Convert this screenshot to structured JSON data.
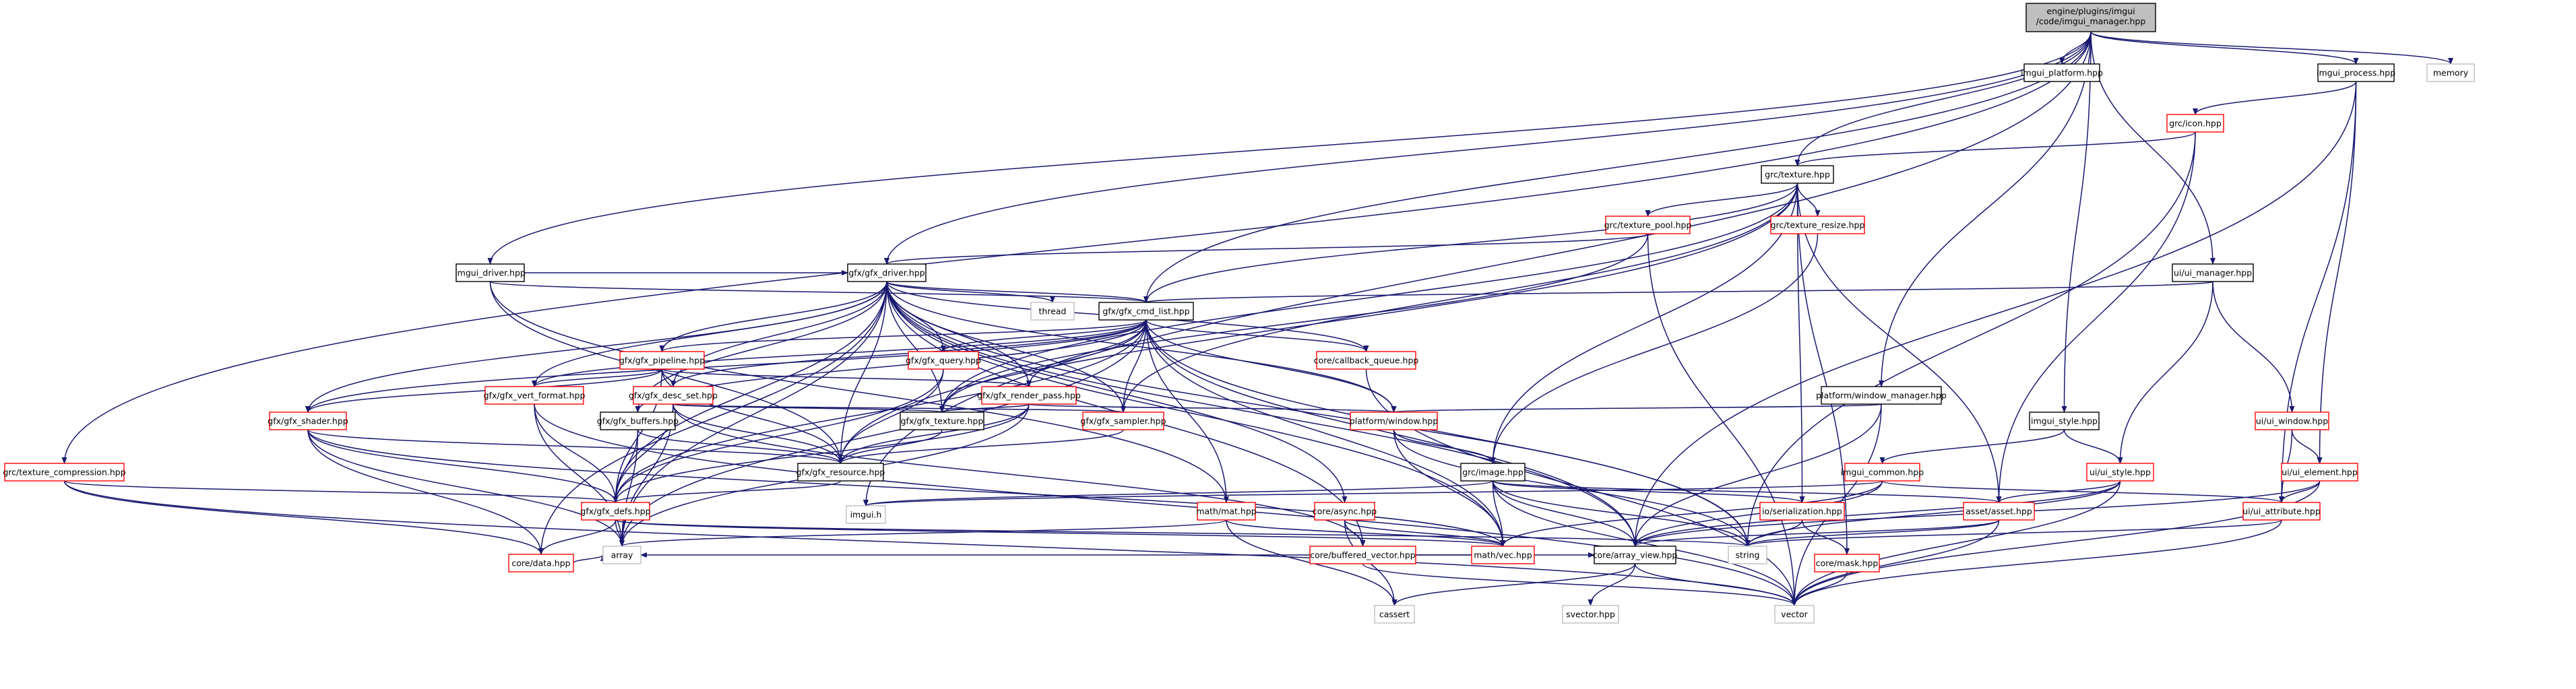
{
  "graph": {
    "root": "engine/plugins/imgui/code/imgui_manager.hpp",
    "colors": {
      "edge": "#191970",
      "root_fill": "#bfbfbf",
      "node_border": "#000000",
      "missing_border": "#ff0000",
      "external_border": "#bfbfbf"
    },
    "nodes": [
      {
        "id": "root",
        "label": "engine/plugins/imgui",
        "label2": "/code/imgui_manager.hpp",
        "kind": "root"
      },
      {
        "id": "imgui_platform",
        "label": "imgui_platform.hpp",
        "kind": "normal"
      },
      {
        "id": "imgui_process",
        "label": "imgui_process.hpp",
        "kind": "normal"
      },
      {
        "id": "memory",
        "label": "memory",
        "kind": "external"
      },
      {
        "id": "icon",
        "label": "grc/icon.hpp",
        "kind": "missing"
      },
      {
        "id": "texture",
        "label": "grc/texture.hpp",
        "kind": "normal"
      },
      {
        "id": "texture_pool",
        "label": "grc/texture_pool.hpp",
        "kind": "missing"
      },
      {
        "id": "texture_resize",
        "label": "grc/texture_resize.hpp",
        "kind": "missing"
      },
      {
        "id": "imgui_driver",
        "label": "imgui_driver.hpp",
        "kind": "normal"
      },
      {
        "id": "gfx_driver",
        "label": "gfx/gfx_driver.hpp",
        "kind": "normal"
      },
      {
        "id": "ui_manager",
        "label": "ui/ui_manager.hpp",
        "kind": "normal"
      },
      {
        "id": "thread",
        "label": "thread",
        "kind": "external"
      },
      {
        "id": "gfx_cmd_list",
        "label": "gfx/gfx_cmd_list.hpp",
        "kind": "normal"
      },
      {
        "id": "gfx_pipeline",
        "label": "gfx/gfx_pipeline.hpp",
        "kind": "missing"
      },
      {
        "id": "gfx_query",
        "label": "gfx/gfx_query.hpp",
        "kind": "missing"
      },
      {
        "id": "callback_queue",
        "label": "core/callback_queue.hpp",
        "kind": "missing"
      },
      {
        "id": "gfx_vert_format",
        "label": "gfx/gfx_vert_format.hpp",
        "kind": "missing"
      },
      {
        "id": "gfx_desc_set",
        "label": "gfx/gfx_desc_set.hpp",
        "kind": "missing"
      },
      {
        "id": "gfx_render_pass",
        "label": "gfx/gfx_render_pass.hpp",
        "kind": "missing"
      },
      {
        "id": "window_manager",
        "label": "platform/window_manager.hpp",
        "kind": "normal"
      },
      {
        "id": "gfx_shader",
        "label": "gfx/gfx_shader.hpp",
        "kind": "missing"
      },
      {
        "id": "gfx_buffers",
        "label": "gfx/gfx_buffers.hpp",
        "kind": "normal"
      },
      {
        "id": "gfx_texture",
        "label": "gfx/gfx_texture.hpp",
        "kind": "normal"
      },
      {
        "id": "gfx_sampler",
        "label": "gfx/gfx_sampler.hpp",
        "kind": "missing"
      },
      {
        "id": "window",
        "label": "platform/window.hpp",
        "kind": "missing"
      },
      {
        "id": "imgui_style",
        "label": "imgui_style.hpp",
        "kind": "normal"
      },
      {
        "id": "ui_window",
        "label": "ui/ui_window.hpp",
        "kind": "missing"
      },
      {
        "id": "texture_compression",
        "label": "grc/texture_compression.hpp",
        "kind": "missing"
      },
      {
        "id": "gfx_resource",
        "label": "gfx/gfx_resource.hpp",
        "kind": "normal"
      },
      {
        "id": "image",
        "label": "grc/image.hpp",
        "kind": "normal"
      },
      {
        "id": "imgui_common",
        "label": "imgui_common.hpp",
        "kind": "missing"
      },
      {
        "id": "ui_style",
        "label": "ui/ui_style.hpp",
        "kind": "missing"
      },
      {
        "id": "ui_element",
        "label": "ui/ui_element.hpp",
        "kind": "missing"
      },
      {
        "id": "gfx_defs",
        "label": "gfx/gfx_defs.hpp",
        "kind": "missing"
      },
      {
        "id": "imgui_h",
        "label": "imgui.h",
        "kind": "external"
      },
      {
        "id": "mat",
        "label": "math/mat.hpp",
        "kind": "missing"
      },
      {
        "id": "async",
        "label": "core/async.hpp",
        "kind": "missing"
      },
      {
        "id": "serialization",
        "label": "io/serialization.hpp",
        "kind": "missing"
      },
      {
        "id": "asset",
        "label": "asset/asset.hpp",
        "kind": "missing"
      },
      {
        "id": "ui_attribute",
        "label": "ui/ui_attribute.hpp",
        "kind": "missing"
      },
      {
        "id": "array",
        "label": "array",
        "kind": "external"
      },
      {
        "id": "data",
        "label": "core/data.hpp",
        "kind": "missing"
      },
      {
        "id": "buffered_vector",
        "label": "core/buffered_vector.hpp",
        "kind": "missing"
      },
      {
        "id": "vec",
        "label": "math/vec.hpp",
        "kind": "missing"
      },
      {
        "id": "array_view",
        "label": "core/array_view.hpp",
        "kind": "normal"
      },
      {
        "id": "string",
        "label": "string",
        "kind": "external"
      },
      {
        "id": "mask",
        "label": "core/mask.hpp",
        "kind": "missing"
      },
      {
        "id": "cassert",
        "label": "cassert",
        "kind": "external"
      },
      {
        "id": "svector",
        "label": "svector.hpp",
        "kind": "external"
      },
      {
        "id": "vector",
        "label": "vector",
        "kind": "external"
      }
    ],
    "edges": [
      [
        "root",
        "imgui_platform"
      ],
      [
        "root",
        "imgui_process"
      ],
      [
        "root",
        "memory"
      ],
      [
        "root",
        "texture"
      ],
      [
        "root",
        "imgui_driver"
      ],
      [
        "root",
        "gfx_driver"
      ],
      [
        "root",
        "ui_manager"
      ],
      [
        "root",
        "window_manager"
      ],
      [
        "root",
        "imgui_style"
      ],
      [
        "root",
        "gfx_cmd_list"
      ],
      [
        "root",
        "texture_compression"
      ],
      [
        "root",
        "imgui_h"
      ],
      [
        "imgui_process",
        "icon"
      ],
      [
        "imgui_process",
        "ui_attribute"
      ],
      [
        "imgui_process",
        "ui_element"
      ],
      [
        "imgui_process",
        "array_view"
      ],
      [
        "icon",
        "texture"
      ],
      [
        "icon",
        "asset"
      ],
      [
        "icon",
        "string"
      ],
      [
        "texture",
        "texture_pool"
      ],
      [
        "texture",
        "texture_resize"
      ],
      [
        "texture",
        "gfx_cmd_list"
      ],
      [
        "texture",
        "image"
      ],
      [
        "texture",
        "asset"
      ],
      [
        "texture",
        "serialization"
      ],
      [
        "texture",
        "mask"
      ],
      [
        "texture",
        "gfx_sampler"
      ],
      [
        "texture",
        "gfx_texture"
      ],
      [
        "texture",
        "gfx_resource"
      ],
      [
        "texture_pool",
        "gfx_driver"
      ],
      [
        "texture_pool",
        "vector"
      ],
      [
        "texture_pool",
        "gfx_texture"
      ],
      [
        "texture_resize",
        "image"
      ],
      [
        "imgui_driver",
        "gfx_driver"
      ],
      [
        "imgui_driver",
        "gfx_cmd_list"
      ],
      [
        "imgui_driver",
        "gfx_resource"
      ],
      [
        "imgui_driver",
        "mat"
      ],
      [
        "gfx_driver",
        "thread"
      ],
      [
        "gfx_driver",
        "gfx_cmd_list"
      ],
      [
        "gfx_driver",
        "gfx_pipeline"
      ],
      [
        "gfx_driver",
        "gfx_query"
      ],
      [
        "gfx_driver",
        "callback_queue"
      ],
      [
        "gfx_driver",
        "gfx_vert_format"
      ],
      [
        "gfx_driver",
        "gfx_desc_set"
      ],
      [
        "gfx_driver",
        "gfx_render_pass"
      ],
      [
        "gfx_driver",
        "gfx_shader"
      ],
      [
        "gfx_driver",
        "gfx_buffers"
      ],
      [
        "gfx_driver",
        "gfx_texture"
      ],
      [
        "gfx_driver",
        "gfx_sampler"
      ],
      [
        "gfx_driver",
        "window"
      ],
      [
        "gfx_driver",
        "gfx_resource"
      ],
      [
        "gfx_driver",
        "gfx_defs"
      ],
      [
        "gfx_driver",
        "async"
      ],
      [
        "gfx_driver",
        "vec"
      ],
      [
        "gfx_driver",
        "array_view"
      ],
      [
        "gfx_driver",
        "string"
      ],
      [
        "gfx_driver",
        "data"
      ],
      [
        "gfx_driver",
        "array"
      ],
      [
        "gfx_driver",
        "buffered_vector"
      ],
      [
        "ui_manager",
        "gfx_cmd_list"
      ],
      [
        "ui_manager",
        "ui_window"
      ],
      [
        "ui_manager",
        "ui_style"
      ],
      [
        "gfx_cmd_list",
        "gfx_pipeline"
      ],
      [
        "gfx_cmd_list",
        "gfx_query"
      ],
      [
        "gfx_cmd_list",
        "callback_queue"
      ],
      [
        "gfx_cmd_list",
        "gfx_vert_format"
      ],
      [
        "gfx_cmd_list",
        "gfx_desc_set"
      ],
      [
        "gfx_cmd_list",
        "gfx_render_pass"
      ],
      [
        "gfx_cmd_list",
        "gfx_shader"
      ],
      [
        "gfx_cmd_list",
        "gfx_buffers"
      ],
      [
        "gfx_cmd_list",
        "gfx_texture"
      ],
      [
        "gfx_cmd_list",
        "gfx_sampler"
      ],
      [
        "gfx_cmd_list",
        "window"
      ],
      [
        "gfx_cmd_list",
        "gfx_defs"
      ],
      [
        "gfx_cmd_list",
        "mat"
      ],
      [
        "gfx_cmd_list",
        "vec"
      ],
      [
        "gfx_cmd_list",
        "array_view"
      ],
      [
        "gfx_cmd_list",
        "array"
      ],
      [
        "gfx_cmd_list",
        "string"
      ],
      [
        "gfx_pipeline",
        "gfx_vert_format"
      ],
      [
        "gfx_pipeline",
        "gfx_desc_set"
      ],
      [
        "gfx_pipeline",
        "gfx_render_pass"
      ],
      [
        "gfx_pipeline",
        "gfx_shader"
      ],
      [
        "gfx_pipeline",
        "gfx_resource"
      ],
      [
        "gfx_pipeline",
        "gfx_defs"
      ],
      [
        "gfx_query",
        "gfx_resource"
      ],
      [
        "gfx_query",
        "gfx_defs"
      ],
      [
        "callback_queue",
        "vector"
      ],
      [
        "gfx_vert_format",
        "gfx_defs"
      ],
      [
        "gfx_vert_format",
        "array"
      ],
      [
        "gfx_vert_format",
        "vector"
      ],
      [
        "gfx_desc_set",
        "gfx_resource"
      ],
      [
        "gfx_desc_set",
        "gfx_defs"
      ],
      [
        "gfx_desc_set",
        "gfx_sampler"
      ],
      [
        "gfx_desc_set",
        "gfx_texture"
      ],
      [
        "gfx_desc_set",
        "buffered_vector"
      ],
      [
        "gfx_desc_set",
        "array"
      ],
      [
        "gfx_render_pass",
        "gfx_texture"
      ],
      [
        "gfx_render_pass",
        "gfx_resource"
      ],
      [
        "gfx_render_pass",
        "gfx_defs"
      ],
      [
        "gfx_render_pass",
        "window"
      ],
      [
        "gfx_render_pass",
        "array"
      ],
      [
        "window_manager",
        "window"
      ],
      [
        "window_manager",
        "vector"
      ],
      [
        "window_manager",
        "array_view"
      ],
      [
        "gfx_shader",
        "gfx_resource"
      ],
      [
        "gfx_shader",
        "gfx_defs"
      ],
      [
        "gfx_shader",
        "data"
      ],
      [
        "gfx_shader",
        "array"
      ],
      [
        "gfx_shader",
        "vec"
      ],
      [
        "gfx_buffers",
        "gfx_resource"
      ],
      [
        "gfx_buffers",
        "gfx_defs"
      ],
      [
        "gfx_buffers",
        "array"
      ],
      [
        "gfx_texture",
        "gfx_resource"
      ],
      [
        "gfx_sampler",
        "gfx_resource"
      ],
      [
        "window",
        "image"
      ],
      [
        "window",
        "vec"
      ],
      [
        "window",
        "string"
      ],
      [
        "imgui_style",
        "imgui_common"
      ],
      [
        "imgui_style",
        "ui_style"
      ],
      [
        "ui_window",
        "ui_element"
      ],
      [
        "ui_window",
        "ui_attribute"
      ],
      [
        "texture_compression",
        "gfx_defs"
      ],
      [
        "texture_compression",
        "data"
      ],
      [
        "texture_compression",
        "vector"
      ],
      [
        "gfx_resource",
        "gfx_defs"
      ],
      [
        "image",
        "serialization"
      ],
      [
        "image",
        "asset"
      ],
      [
        "image",
        "vec"
      ],
      [
        "image",
        "array_view"
      ],
      [
        "image",
        "string"
      ],
      [
        "image",
        "vector"
      ],
      [
        "image",
        "imgui_h"
      ],
      [
        "imgui_common",
        "imgui_h"
      ],
      [
        "imgui_common",
        "ui_attribute"
      ],
      [
        "imgui_common",
        "vec"
      ],
      [
        "imgui_common",
        "array_view"
      ],
      [
        "ui_style",
        "asset"
      ],
      [
        "ui_style",
        "vector"
      ],
      [
        "ui_style",
        "string"
      ],
      [
        "ui_style",
        "array_view"
      ],
      [
        "ui_element",
        "ui_attribute"
      ],
      [
        "ui_element",
        "vector"
      ],
      [
        "ui_element",
        "array_view"
      ],
      [
        "gfx_defs",
        "array"
      ],
      [
        "gfx_defs",
        "data"
      ],
      [
        "gfx_defs",
        "vec"
      ],
      [
        "gfx_defs",
        "string"
      ],
      [
        "mat",
        "vec"
      ],
      [
        "mat",
        "array"
      ],
      [
        "mat",
        "cassert"
      ],
      [
        "async",
        "buffered_vector"
      ],
      [
        "async",
        "vec"
      ],
      [
        "async",
        "cassert"
      ],
      [
        "serialization",
        "mask"
      ],
      [
        "serialization",
        "string"
      ],
      [
        "asset",
        "string"
      ],
      [
        "asset",
        "vector"
      ],
      [
        "asset",
        "array_view"
      ],
      [
        "ui_attribute",
        "string"
      ],
      [
        "ui_attribute",
        "vector"
      ],
      [
        "buffered_vector",
        "vector"
      ],
      [
        "buffered_vector",
        "array_view"
      ],
      [
        "data",
        "array"
      ],
      [
        "vec",
        "array"
      ],
      [
        "array_view",
        "cassert"
      ],
      [
        "array_view",
        "svector"
      ],
      [
        "array_view",
        "vector"
      ],
      [
        "mask",
        "vector"
      ]
    ]
  }
}
